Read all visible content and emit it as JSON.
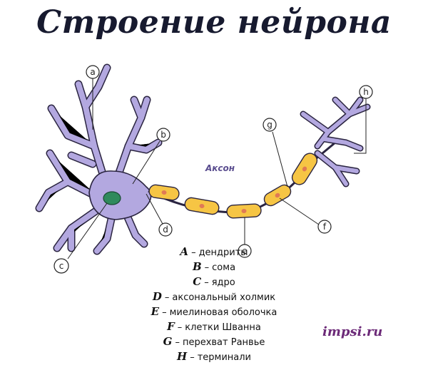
{
  "title": "Строение нейрона",
  "axon_label": "Аксон",
  "callouts": [
    "a",
    "b",
    "c",
    "d",
    "e",
    "f",
    "g",
    "h"
  ],
  "legend": [
    {
      "key": "A",
      "sep": "–",
      "text": "дендриты"
    },
    {
      "key": "B",
      "sep": "–",
      "text": "сома"
    },
    {
      "key": "C",
      "sep": "–",
      "text": "ядро"
    },
    {
      "key": "D",
      "sep": "–",
      "text": "аксональный холмик"
    },
    {
      "key": "E",
      "sep": "–",
      "text": "миелиновая оболочка"
    },
    {
      "key": "F",
      "sep": "–",
      "text": "клетки Шванна"
    },
    {
      "key": "G",
      "sep": "–",
      "text": "перехват Ранвье"
    },
    {
      "key": "H",
      "sep": "–",
      "text": "терминали"
    }
  ],
  "brand": "impsi.ru",
  "colors": {
    "neuron": "#b3a8e0",
    "outline": "#2a2440",
    "myelin": "#f6c544",
    "schwann_nucleus": "#e07a55",
    "nucleus": "#2f8a5c"
  }
}
